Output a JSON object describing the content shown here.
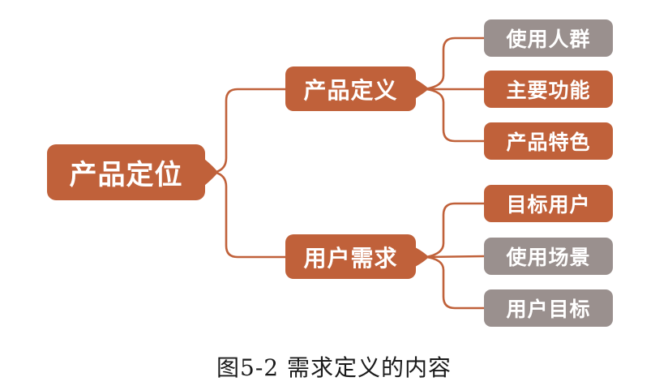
{
  "diagram": {
    "root": {
      "label": "产品定位",
      "variant": "orange"
    },
    "branches": [
      {
        "label": "产品定义",
        "variant": "orange",
        "children": [
          {
            "label": "使用人群",
            "variant": "gray"
          },
          {
            "label": "主要功能",
            "variant": "orange"
          },
          {
            "label": "产品特色",
            "variant": "orange"
          }
        ]
      },
      {
        "label": "用户需求",
        "variant": "orange",
        "children": [
          {
            "label": "目标用户",
            "variant": "orange"
          },
          {
            "label": "使用场景",
            "variant": "gray"
          },
          {
            "label": "用户目标",
            "variant": "gray"
          }
        ]
      }
    ]
  },
  "caption": "图5-2 需求定义的内容",
  "colors": {
    "node_orange": "#C0613A",
    "node_gray": "#9A908E",
    "connector": "#C0613A",
    "node_text": "#FFFFFF",
    "caption_text": "#1A1A1A",
    "background": "#FFFFFF"
  }
}
